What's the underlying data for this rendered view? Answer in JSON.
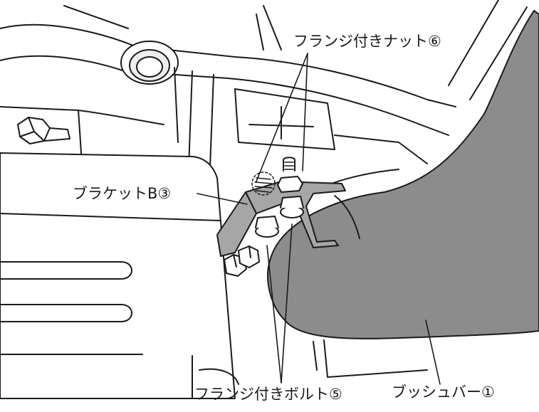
{
  "labels": {
    "flange_nut": "フランジ付きナット⑥",
    "bracket_b": "ブラケットB③",
    "flange_bolt": "フランジ付きボルト⑤",
    "bush_bar": "ブッシュバー①"
  },
  "colors": {
    "line": "#1a1a1a",
    "bar_fill": "#8c8c8c",
    "bracket_fill": "#a6a6a6",
    "background": "#ffffff"
  }
}
